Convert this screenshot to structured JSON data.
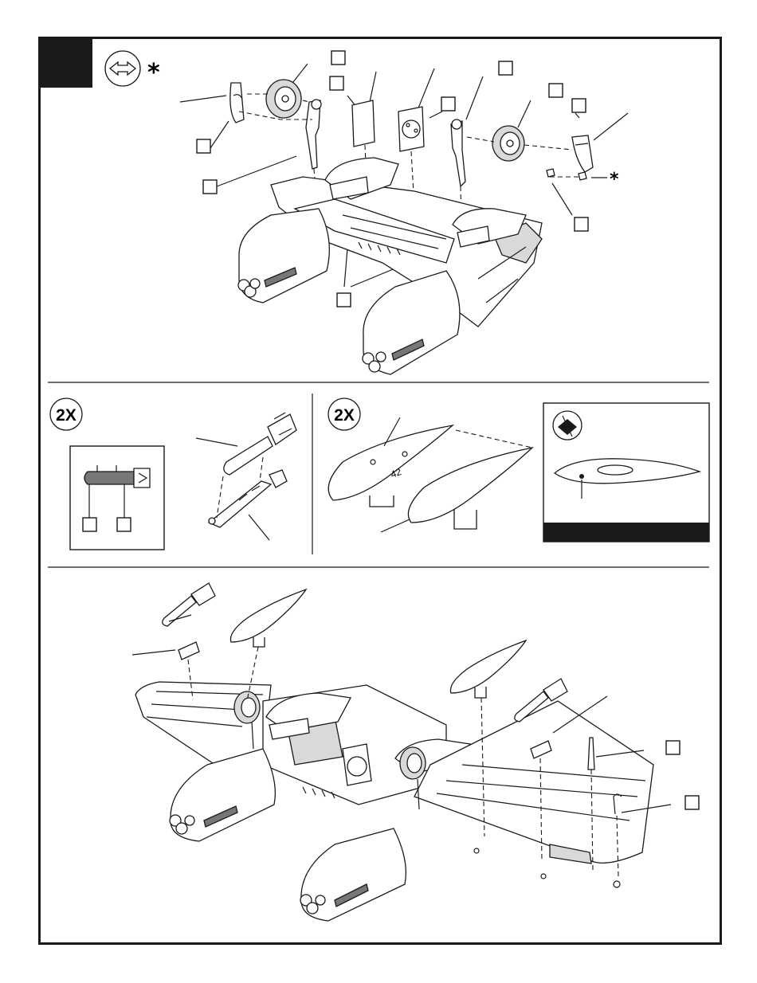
{
  "step_marker": {
    "color": "#1a1a1a"
  },
  "step1": {
    "symbol_icon": "left-right-symmetry-icon",
    "asterisk": "*",
    "side_asterisk": "*"
  },
  "step2": {
    "bomb_panel": {
      "quantity": "2X"
    },
    "pod_panel": {
      "quantity": "2X",
      "decal_text": "42"
    },
    "drill_panel": {
      "icon": "drill-icon",
      "bar_color": "#1a1a1a"
    }
  },
  "colors": {
    "ink": "#1a1a1a",
    "bomb_fill": "#777777",
    "gray": "#d9d9d9"
  }
}
